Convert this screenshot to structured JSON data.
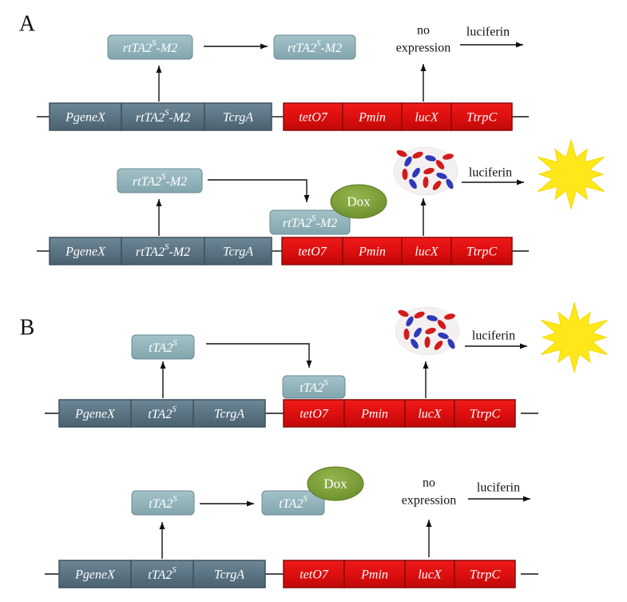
{
  "panels": {
    "A": {
      "label": "A",
      "r1": {
        "protein_left": [
          "rtTA2",
          "S",
          "-M2"
        ],
        "protein_right": [
          "rtTA2",
          "S",
          "-M2"
        ],
        "grey": [
          "PgeneX",
          [
            "rtTA2",
            "S",
            "-M2"
          ],
          "TcrgA"
        ],
        "red": [
          "tetO7",
          "Pmin",
          "lucX",
          "TtrpC"
        ],
        "no_expression": [
          "no",
          "expression"
        ],
        "luciferin": "luciferin"
      },
      "r2": {
        "protein_left": [
          "rtTA2",
          "S",
          "-M2"
        ],
        "protein_bound": [
          "rtTA2",
          "S",
          "-M2"
        ],
        "dox": "Dox",
        "grey": [
          "PgeneX",
          [
            "rtTA2",
            "S",
            "-M2"
          ],
          "TcrgA"
        ],
        "red": [
          "tetO7",
          "Pmin",
          "lucX",
          "TtrpC"
        ],
        "luciferin": "luciferin"
      }
    },
    "B": {
      "label": "B",
      "r1": {
        "protein_left": [
          "tTA2",
          "S",
          ""
        ],
        "protein_bound": [
          "tTA2",
          "S",
          ""
        ],
        "grey": [
          "PgeneX",
          [
            "tTA2",
            "S",
            ""
          ],
          "TcrgA"
        ],
        "red": [
          "tetO7",
          "Pmin",
          "lucX",
          "TtrpC"
        ],
        "luciferin": "luciferin"
      },
      "r2": {
        "protein_left": [
          "tTA2",
          "S",
          ""
        ],
        "protein_right": [
          "tTA2",
          "S",
          ""
        ],
        "dox": "Dox",
        "grey": [
          "PgeneX",
          [
            "tTA2",
            "S",
            ""
          ],
          "TcrgA"
        ],
        "red": [
          "tetO7",
          "Pmin",
          "lucX",
          "TtrpC"
        ],
        "no_expression": [
          "no",
          "expression"
        ],
        "luciferin": "luciferin"
      }
    }
  },
  "colors": {
    "grey_segment": "#5b7483",
    "red_segment": "#dd0f0f",
    "protein_box": "#8fb1b8",
    "dox": "#7ea03a",
    "sun": "#ffe81a",
    "line": "#111111"
  },
  "icons": {
    "luciferase_structure": "luciferase-protein-structure-icon",
    "light": "light-burst-icon"
  }
}
